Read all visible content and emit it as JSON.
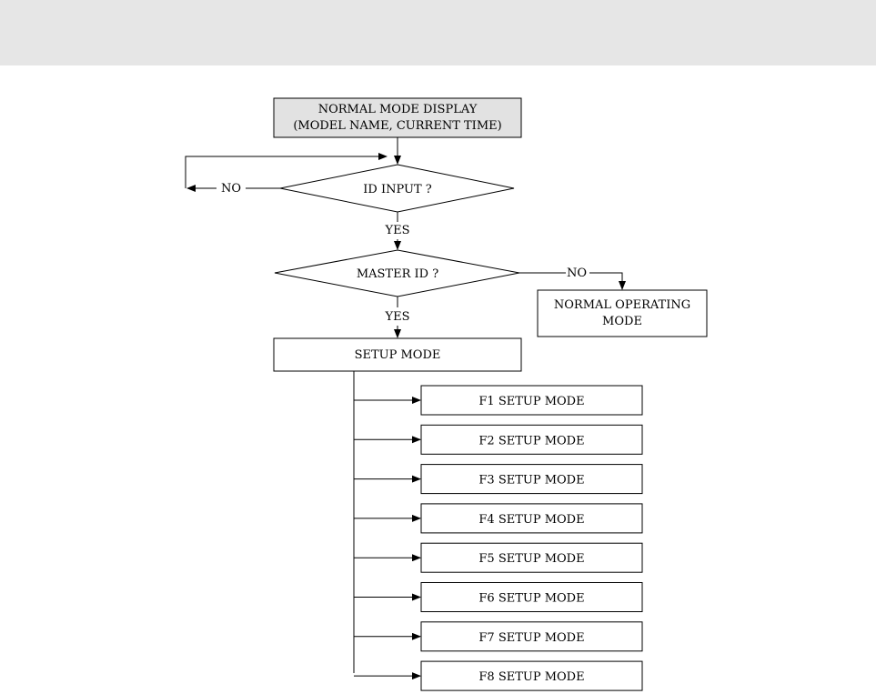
{
  "header": {
    "band_color": "#e6e6e6"
  },
  "flowchart": {
    "start": {
      "line1": "NORMAL MODE DISPLAY",
      "line2": "(MODEL NAME, CURRENT TIME)"
    },
    "decision_id": {
      "label": "ID INPUT ?",
      "no_label": "NO",
      "yes_label": "YES"
    },
    "decision_master": {
      "label": "MASTER ID ?",
      "no_label": "NO",
      "yes_label": "YES"
    },
    "normal_operating": {
      "line1": "NORMAL OPERATING",
      "line2": "MODE"
    },
    "setup_mode": {
      "label": "SETUP MODE"
    },
    "sub_modes": [
      "F1 SETUP MODE",
      "F2 SETUP MODE",
      "F3 SETUP MODE",
      "F4 SETUP MODE",
      "F5 SETUP MODE",
      "F6 SETUP MODE",
      "F7 SETUP MODE",
      "F8 SETUP MODE"
    ]
  }
}
